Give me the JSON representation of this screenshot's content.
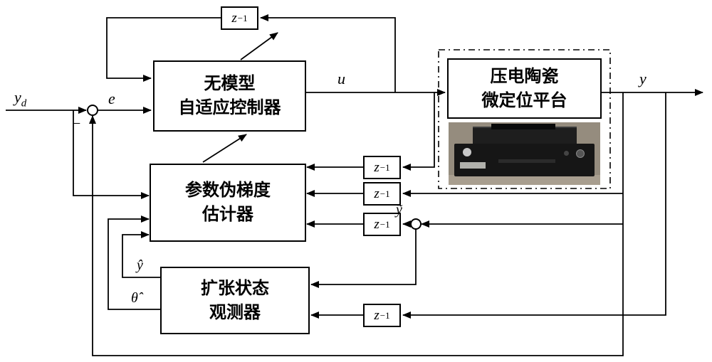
{
  "figure": {
    "type": "control-block-diagram",
    "background": "#ffffff",
    "line_color": "#000000"
  },
  "labels": {
    "yd_base": "y",
    "yd_sub": "d",
    "e": "e",
    "minus": "−",
    "u": "u",
    "y": "y",
    "ytilde": "ỹ",
    "yhat": "ŷ",
    "thetahat": "θ̂",
    "z_base": "z",
    "z_exp": "−1"
  },
  "blocks": {
    "controller": {
      "lines": [
        "无模型",
        "自适应控制器"
      ]
    },
    "estimator": {
      "lines": [
        "参数伪梯度",
        "估计器"
      ]
    },
    "observer": {
      "lines": [
        "扩张状态",
        "观测器"
      ]
    },
    "plant": {
      "lines": [
        "压电陶瓷",
        "微定位平台"
      ]
    }
  }
}
